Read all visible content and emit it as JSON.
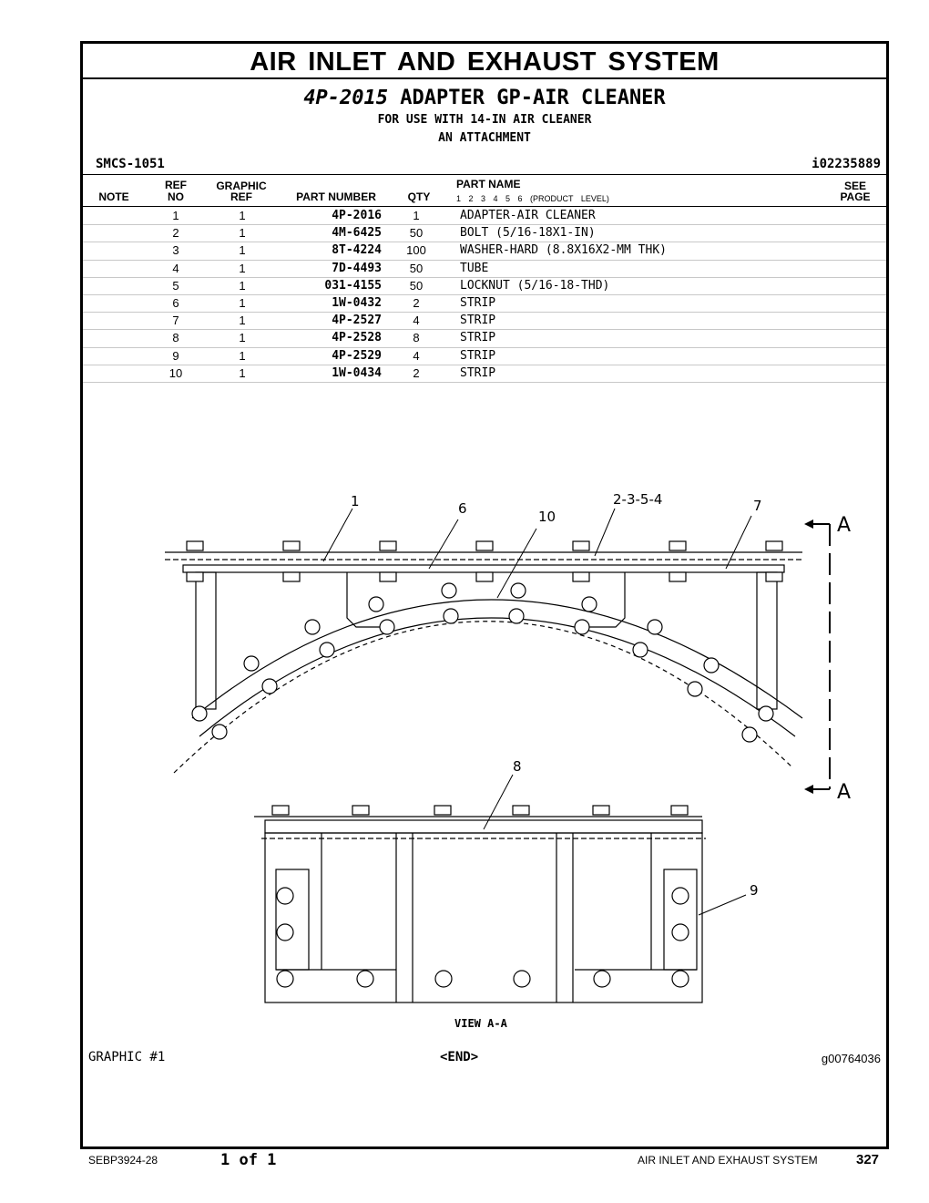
{
  "page": {
    "section_title": "AIR INLET AND EXHAUST SYSTEM",
    "part_number": "4P-2015",
    "part_title": "ADAPTER GP-AIR CLEANER",
    "subtitle_1": "FOR USE WITH 14-IN AIR CLEANER",
    "subtitle_2": "AN ATTACHMENT",
    "smcs": "SMCS-1051",
    "illustration_id": "i02235889"
  },
  "table": {
    "headers": {
      "note": "NOTE",
      "ref_top": "REF",
      "ref_bottom": "NO",
      "graphic_top": "GRAPHIC",
      "graphic_bottom": "REF",
      "part_number": "PART NUMBER",
      "qty": "QTY",
      "part_name": "PART NAME",
      "product_level": "1 2 3 4 5 6 (PRODUCT LEVEL)",
      "see_top": "SEE",
      "see_bottom": "PAGE"
    },
    "rows": [
      {
        "note": "",
        "ref": "1",
        "graphic": "1",
        "part_number": "4P-2016",
        "qty": "1",
        "name": "ADAPTER-AIR CLEANER",
        "see": ""
      },
      {
        "note": "",
        "ref": "2",
        "graphic": "1",
        "part_number": "4M-6425",
        "qty": "50",
        "name": "BOLT (5/16-18X1-IN)",
        "see": ""
      },
      {
        "note": "",
        "ref": "3",
        "graphic": "1",
        "part_number": "8T-4224",
        "qty": "100",
        "name": "WASHER-HARD (8.8X16X2-MM THK)",
        "see": ""
      },
      {
        "note": "",
        "ref": "4",
        "graphic": "1",
        "part_number": "7D-4493",
        "qty": "50",
        "name": "TUBE",
        "see": ""
      },
      {
        "note": "",
        "ref": "5",
        "graphic": "1",
        "part_number": "031-4155",
        "qty": "50",
        "name": "LOCKNUT (5/16-18-THD)",
        "see": ""
      },
      {
        "note": "",
        "ref": "6",
        "graphic": "1",
        "part_number": "1W-0432",
        "qty": "2",
        "name": "STRIP",
        "see": ""
      },
      {
        "note": "",
        "ref": "7",
        "graphic": "1",
        "part_number": "4P-2527",
        "qty": "4",
        "name": "STRIP",
        "see": ""
      },
      {
        "note": "",
        "ref": "8",
        "graphic": "1",
        "part_number": "4P-2528",
        "qty": "8",
        "name": "STRIP",
        "see": ""
      },
      {
        "note": "",
        "ref": "9",
        "graphic": "1",
        "part_number": "4P-2529",
        "qty": "4",
        "name": "STRIP",
        "see": ""
      },
      {
        "note": "",
        "ref": "10",
        "graphic": "1",
        "part_number": "1W-0434",
        "qty": "2",
        "name": "STRIP",
        "see": ""
      }
    ]
  },
  "drawing": {
    "callouts": {
      "c1": "1",
      "c6": "6",
      "c10": "10",
      "c2354": "2-3-5-4",
      "c7": "7",
      "c8": "8",
      "c9": "9"
    },
    "section_marker_top": "A",
    "section_marker_bottom": "A",
    "view_label": "VIEW A-A"
  },
  "graphic": {
    "label": "GRAPHIC #1",
    "end_marker": "<END>",
    "graphic_id": "g00764036"
  },
  "footer": {
    "doc_number": "SEBP3924-28",
    "page_of": "1 of 1",
    "section": "AIR INLET AND EXHAUST SYSTEM",
    "page_number": "327"
  }
}
